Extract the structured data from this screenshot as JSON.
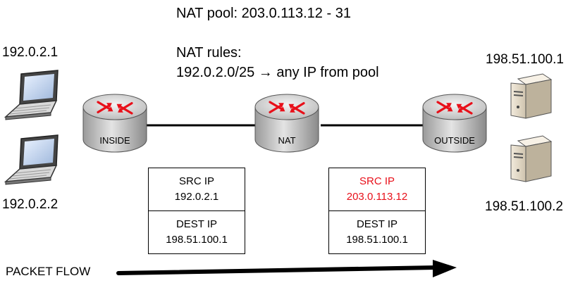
{
  "nat_info": {
    "pool": "NAT pool: 203.0.113.12 - 31",
    "rules_heading": "NAT rules:",
    "rule_source": "192.0.2.0/25",
    "rule_arrow": "→",
    "rule_target": "any IP from pool"
  },
  "hosts": {
    "laptop1": "192.0.2.1",
    "laptop2": "192.0.2.2",
    "server1": "198.51.100.1",
    "server2": "198.51.100.2"
  },
  "routers": {
    "inside": "INSIDE",
    "nat": "NAT",
    "outside": "OUTSIDE"
  },
  "packet_before": {
    "src_label": "SRC IP",
    "src_value": "192.0.2.1",
    "dest_label": "DEST IP",
    "dest_value": "198.51.100.1"
  },
  "packet_after": {
    "src_label": "SRC IP",
    "src_value": "203.0.113.12",
    "dest_label": "DEST IP",
    "dest_value": "198.51.100.1"
  },
  "flow": {
    "label": "PACKET FLOW"
  },
  "colors": {
    "changed_value": "#e8101a",
    "router_arrow": "#e8101a",
    "router_body": "#c8c8c8"
  }
}
